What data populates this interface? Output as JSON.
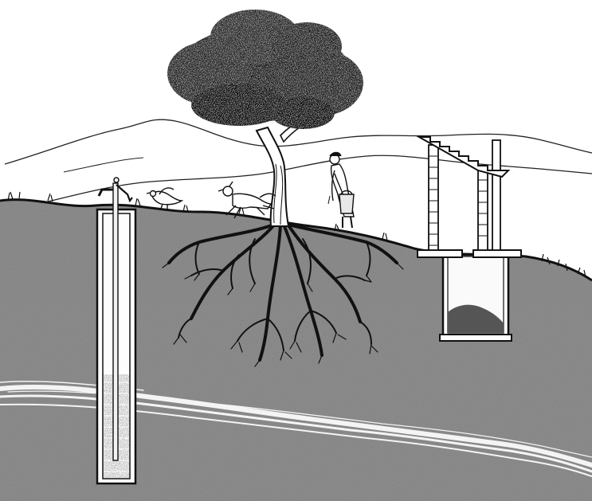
{
  "illustration": {
    "subject": "",
    "elements": [
      "hand-pump-well",
      "tree",
      "tree-roots",
      "bird",
      "dog",
      "person-with-bucket",
      "pit-latrine",
      "groundwater-stream",
      "hills"
    ]
  },
  "colors": {
    "sky": "#ffffff",
    "soil": "#8a8a8a",
    "soil_dark": "#6e6e6e",
    "ink": "#111111",
    "water": "#f2f2f2",
    "foliage": "#1a1a1a"
  }
}
